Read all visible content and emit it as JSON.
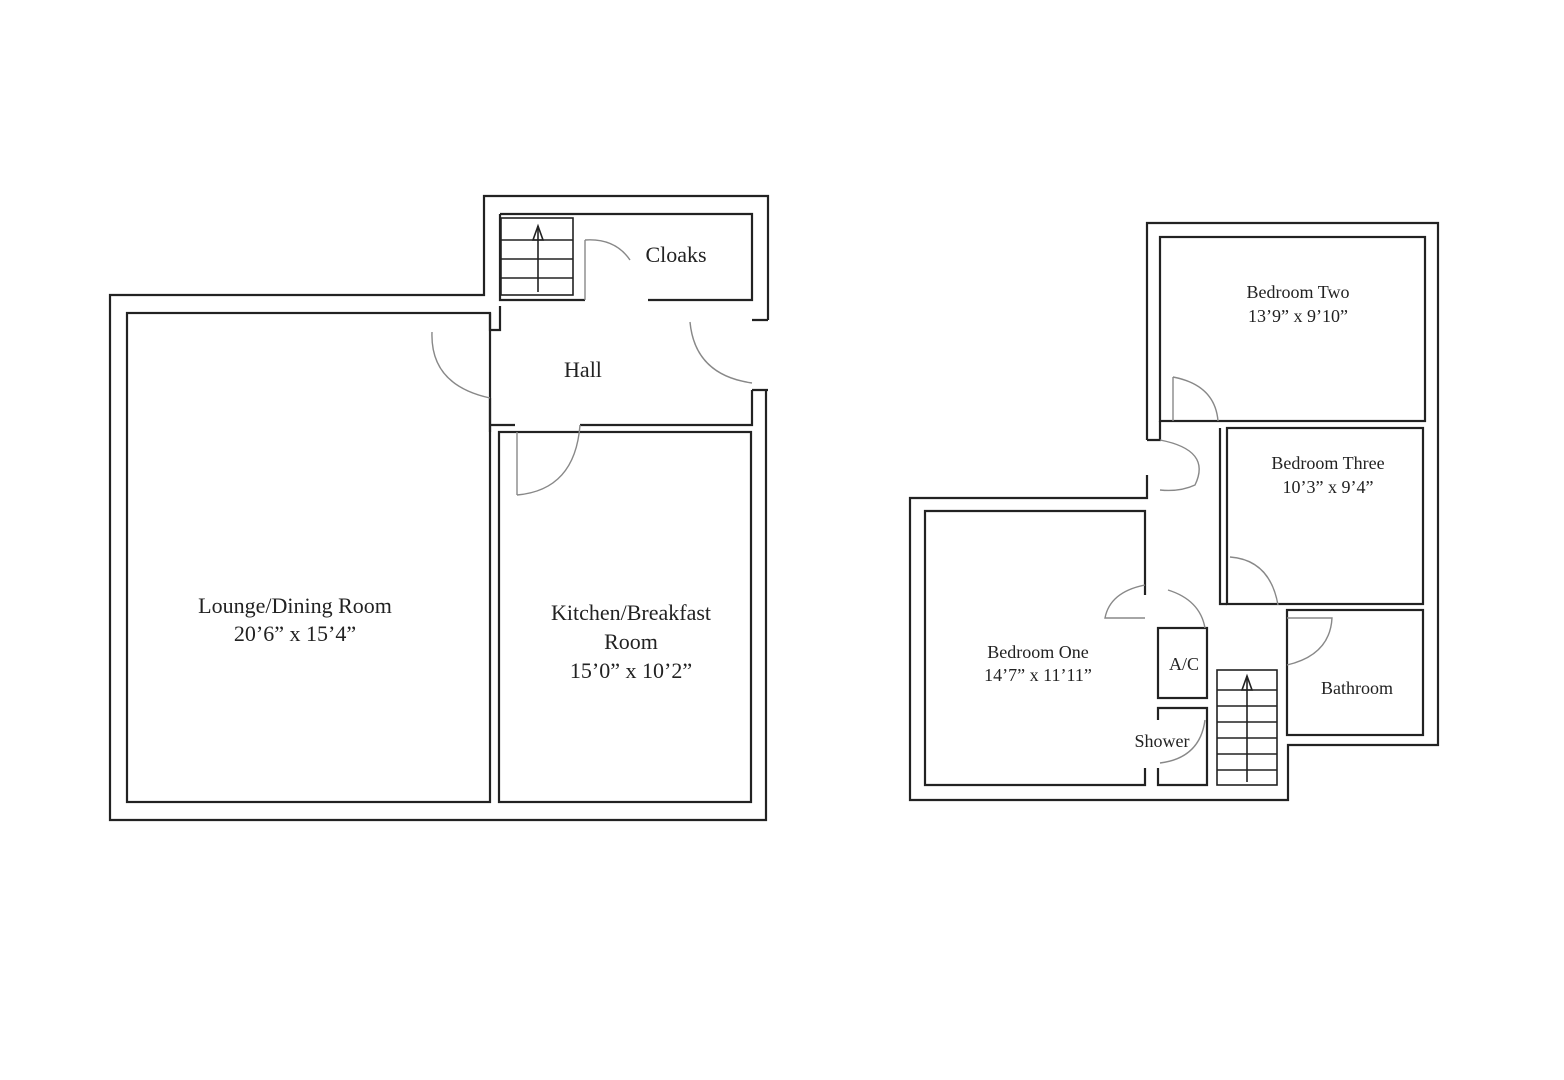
{
  "ground_floor": {
    "rooms": [
      {
        "name": "Cloaks",
        "dimensions": ""
      },
      {
        "name": "Hall",
        "dimensions": ""
      },
      {
        "name": "Lounge/Dining Room",
        "dimensions": "20’6” x 15’4”"
      },
      {
        "name": "Kitchen/Breakfast",
        "name_line2": "Room",
        "dimensions": "15’0” x 10’2”"
      }
    ]
  },
  "first_floor": {
    "rooms": [
      {
        "name": "Bedroom Two",
        "dimensions": "13’9” x 9’10”"
      },
      {
        "name": "Bedroom Three",
        "dimensions": "10’3” x 9’4”"
      },
      {
        "name": "Bedroom One",
        "dimensions": "14’7” x 11’11”"
      },
      {
        "name": "A/C"
      },
      {
        "name": "Shower"
      },
      {
        "name": "Bathroom"
      }
    ]
  }
}
